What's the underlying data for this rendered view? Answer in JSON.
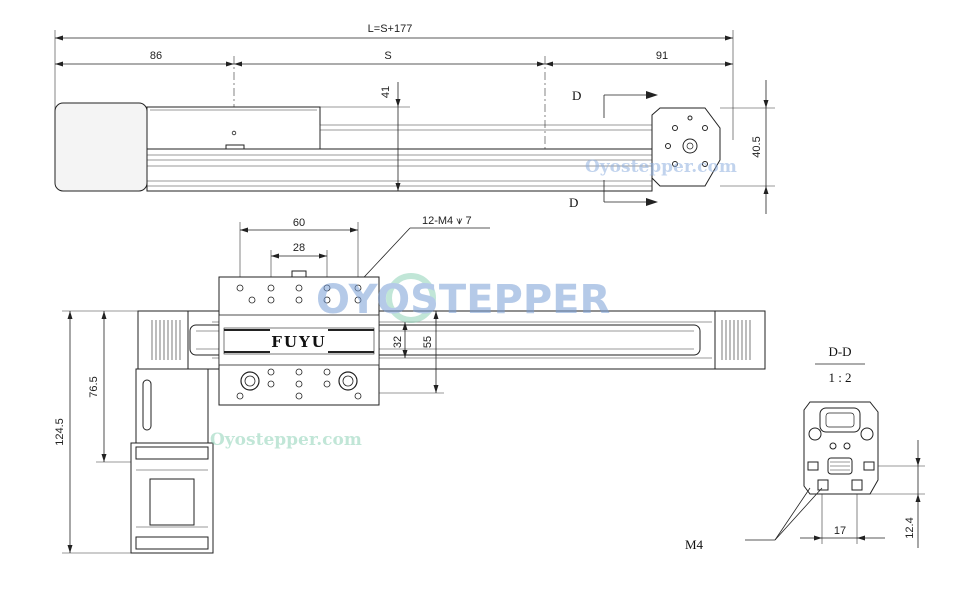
{
  "dims": {
    "overall_length": "L=S+177",
    "left_len": "86",
    "stroke": "S",
    "right_len": "91",
    "height_41": "41",
    "height_40_5": "40.5",
    "width_60": "60",
    "width_28": "28",
    "hole_spec": "12-M4 ⩛ 7",
    "width_32": "32",
    "width_55": "55",
    "motor_76_5": "76.5",
    "total_124_5": "124.5",
    "sec_17": "17",
    "sec_12_4": "12.4"
  },
  "labels": {
    "section_top": "D",
    "section_bottom": "D",
    "section_title": "D-D",
    "section_scale": "1 : 2",
    "thread": "M4",
    "brand_plate": "FUYU"
  },
  "watermarks": {
    "logo_text": "OYOSTEPPER",
    "site_1": "Oyostepper.com",
    "site_2": "Oyostepper.com"
  },
  "colors": {
    "line": "#222222",
    "watermark_blue": "#7a9fd6",
    "watermark_green": "#8fd3b8",
    "motor_fill": "#e6e6e6"
  }
}
